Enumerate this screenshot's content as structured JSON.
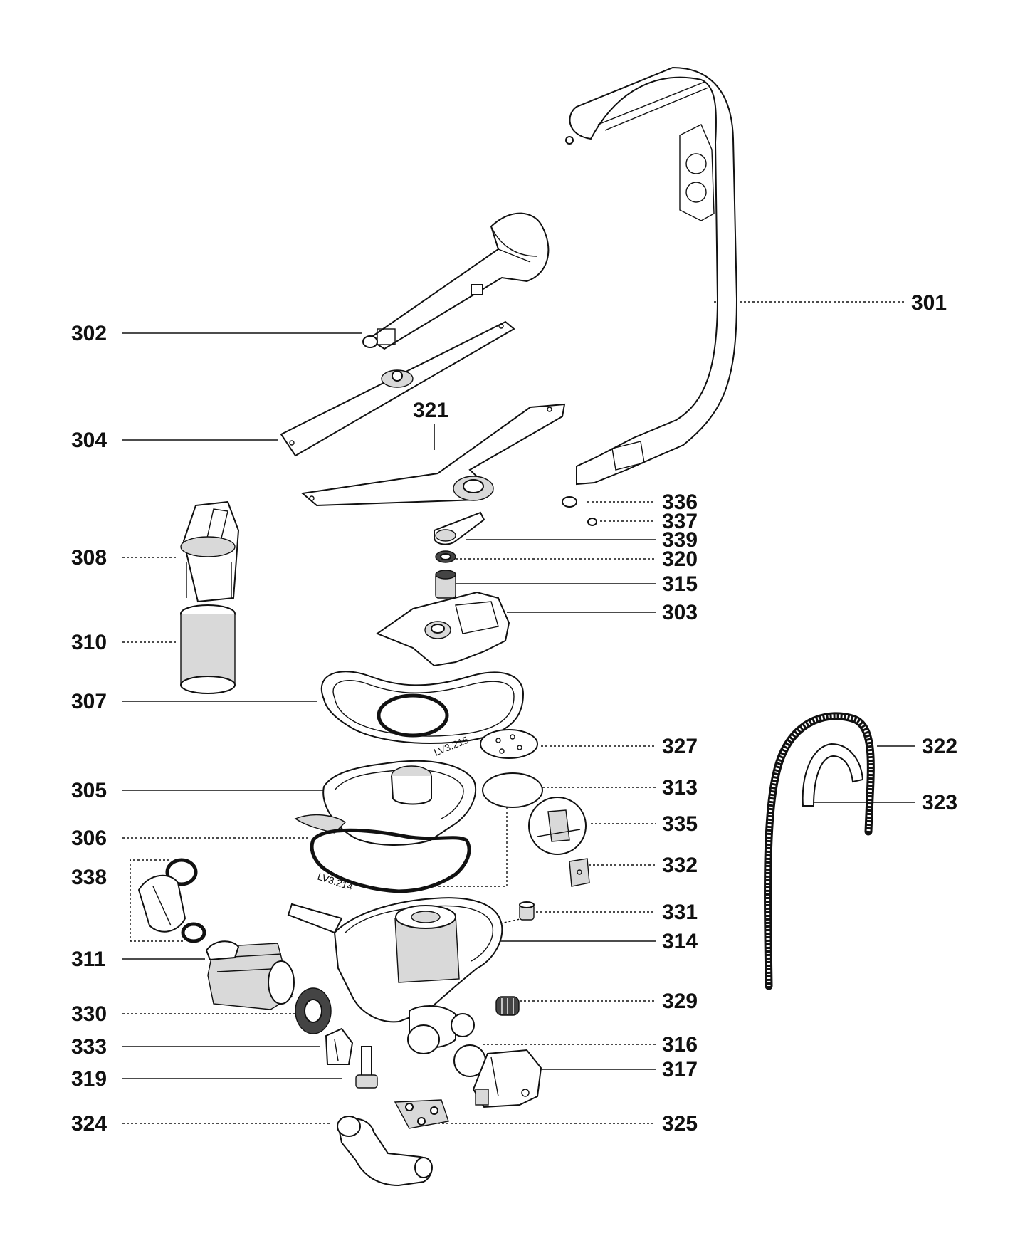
{
  "labels": {
    "p301": "301",
    "p302": "302",
    "p303": "303",
    "p304": "304",
    "p305": "305",
    "p306": "306",
    "p307": "307",
    "p308": "308",
    "p310": "310",
    "p311": "311",
    "p313": "313",
    "p314": "314",
    "p315": "315",
    "p316": "316",
    "p317": "317",
    "p319": "319",
    "p320": "320",
    "p321": "321",
    "p322": "322",
    "p323": "323",
    "p324": "324",
    "p325": "325",
    "p327": "327",
    "p329": "329",
    "p330": "330",
    "p331": "331",
    "p332": "332",
    "p333": "333",
    "p335": "335",
    "p336": "336",
    "p337": "337",
    "p338": "338",
    "p339": "339"
  },
  "part_markings": {
    "gasket_307": "LV3.215",
    "gasket_306": "LV3.214"
  }
}
